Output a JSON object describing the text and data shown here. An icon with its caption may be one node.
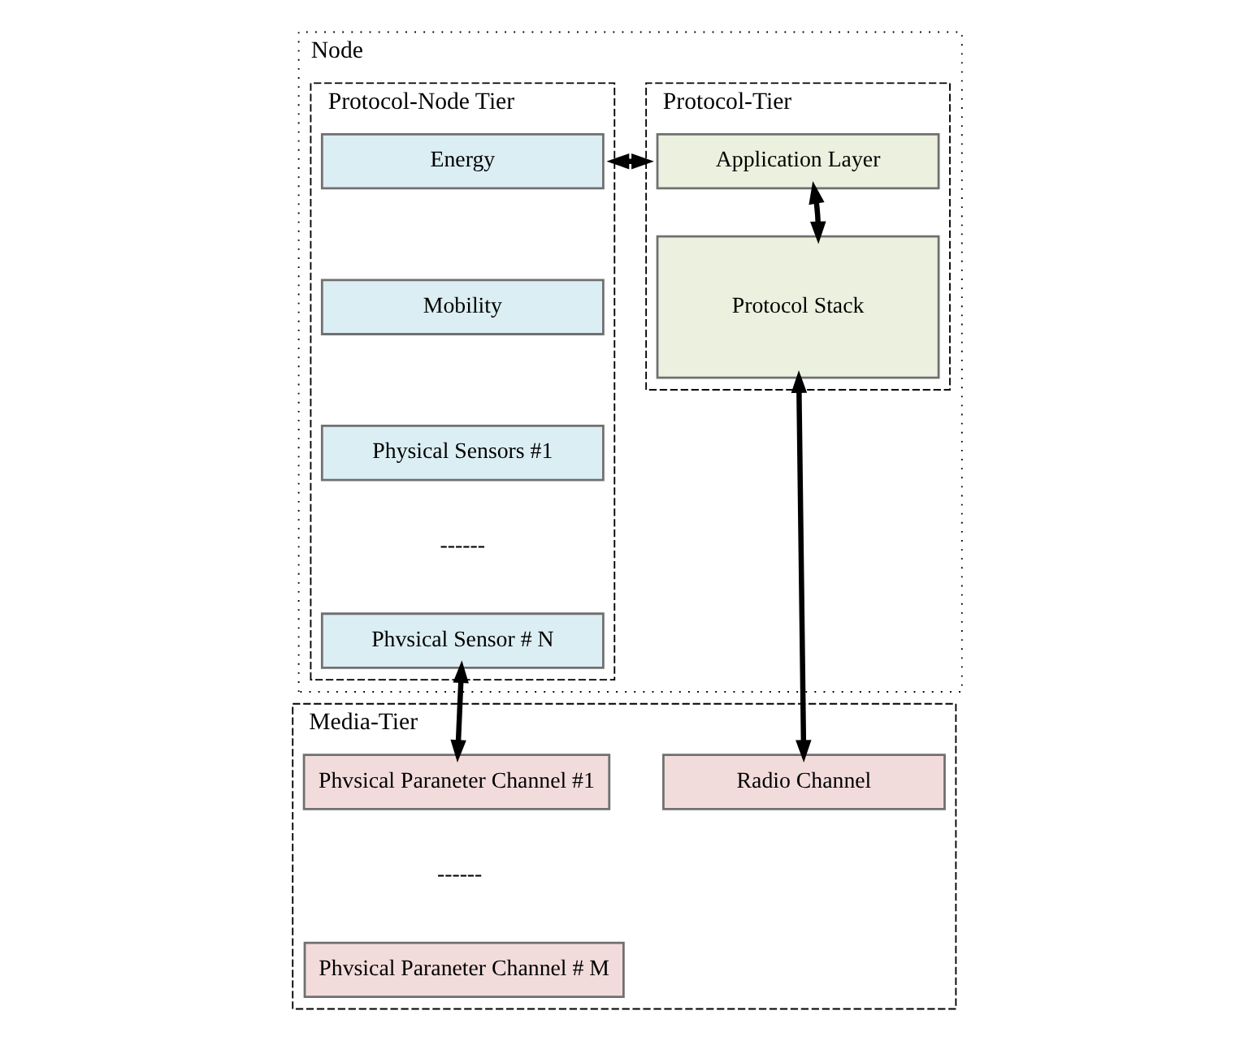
{
  "diagram": {
    "nodes": [
      {
        "text": [
          "Node"
        ]
      },
      {
        "text": [
          "Protocol-Tier"
        ],
        "in": 0
      },
      {
        "text": [
          "Application Layer"
        ],
        "in": 1
      },
      {
        "text": [
          "Protocol Stack"
        ],
        "in": 1
      },
      {
        "text": [
          "Protocol-Node Tier"
        ],
        "in": 0
      },
      {
        "text": [
          "Energy"
        ],
        "in": 4
      },
      {
        "text": [
          "Mobility"
        ],
        "in": 4
      },
      {
        "text": [
          "Physical Sensors #1"
        ],
        "in": 4
      },
      {
        "text": [
          "Phvsical Sensor # N"
        ],
        "in": 4
      },
      {
        "text": [
          "Media-Tier"
        ]
      },
      {
        "text": [
          "Radio Channel"
        ],
        "in": 9
      },
      {
        "text": [
          "Phvsical Paraneter Channel #1"
        ],
        "in": 9
      },
      {
        "text": [
          "Phvsical Paraneter Channel # M"
        ],
        "in": 9
      }
    ],
    "edges": [
      {
        "from": 2,
        "to": 3,
        "arrow": "both"
      },
      {
        "from": 1,
        "to": 4,
        "arrow": "both"
      },
      {
        "from": 3,
        "to": 10,
        "arrow": "both"
      },
      {
        "from": 8,
        "to": 11,
        "arrow": "both"
      }
    ],
    "labels": [
      "------",
      "------"
    ]
  }
}
